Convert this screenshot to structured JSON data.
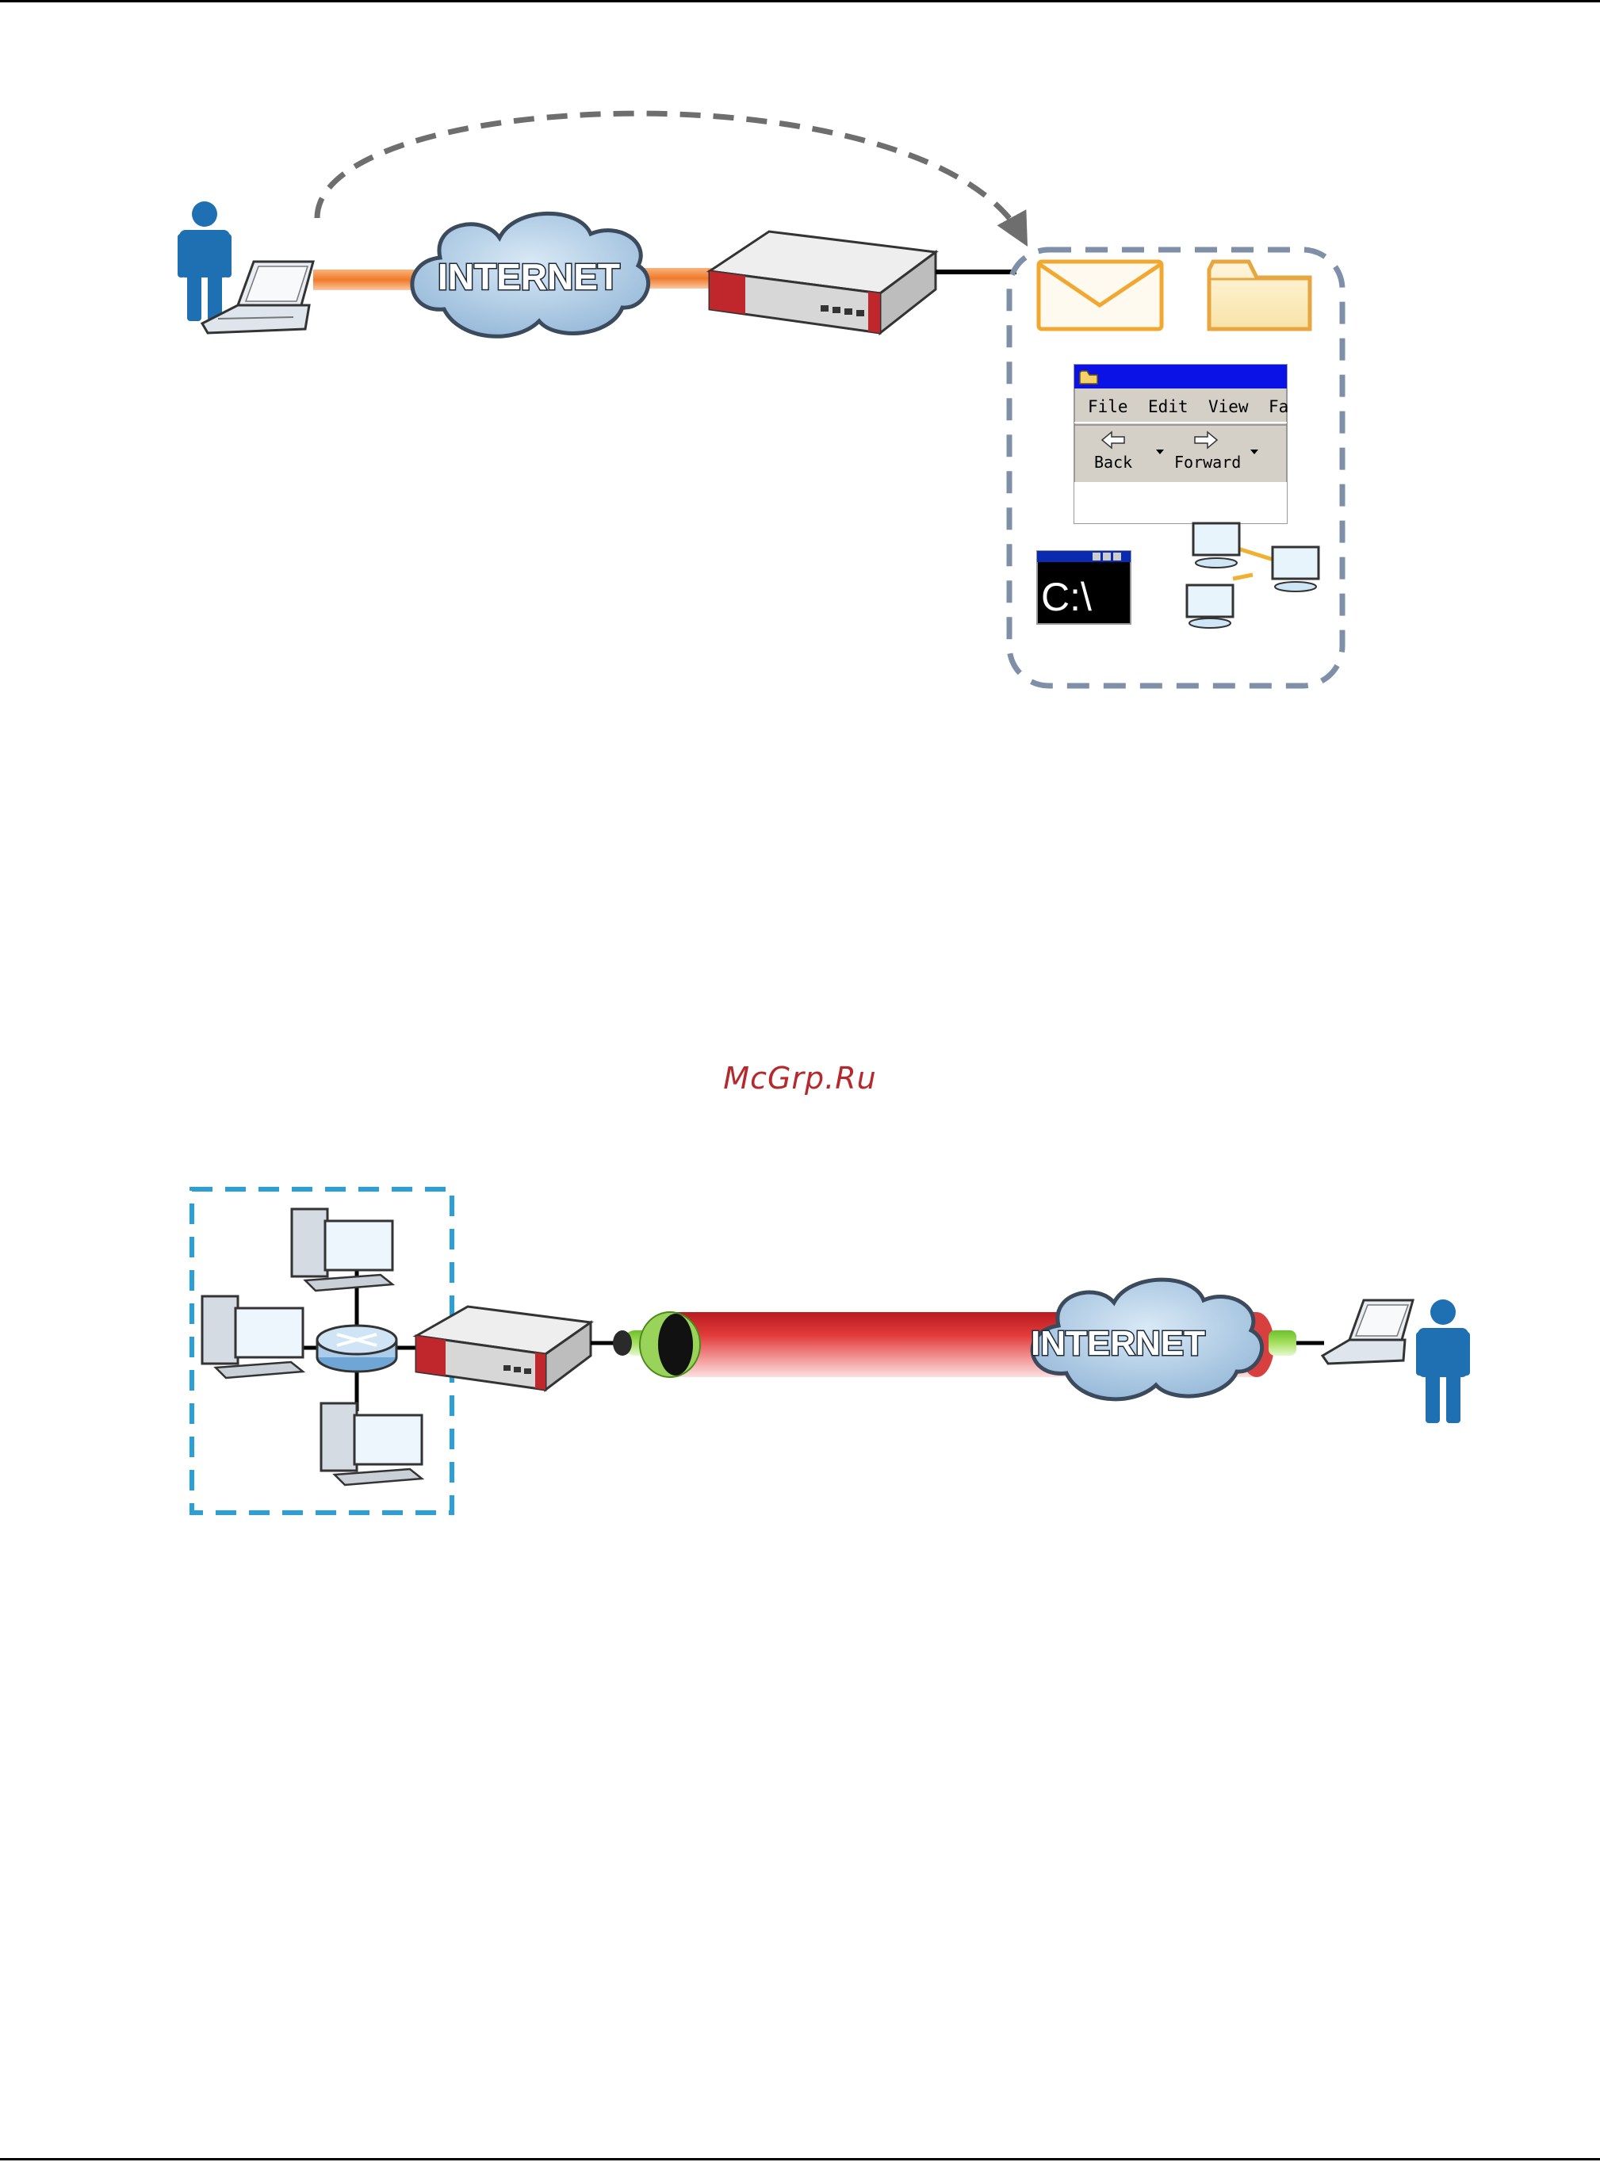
{
  "figure1": {
    "cloud_label": "INTERNET",
    "explorer_menu": [
      "File",
      "Edit",
      "View",
      "Fa"
    ],
    "explorer_back": "Back",
    "explorer_forward": "Forward",
    "cmd_text": "C:\\"
  },
  "figure2": {
    "cloud_label": "INTERNET"
  },
  "watermark": "McGrp.Ru",
  "colors": {
    "accent_orange": "#f07a2a",
    "tunnel_red": "#d9262a",
    "tunnel_green": "#8fd44a",
    "person_blue": "#1f6fb3",
    "dash_gray": "#7f8fa8",
    "dash_blue": "#2a9fd8"
  }
}
